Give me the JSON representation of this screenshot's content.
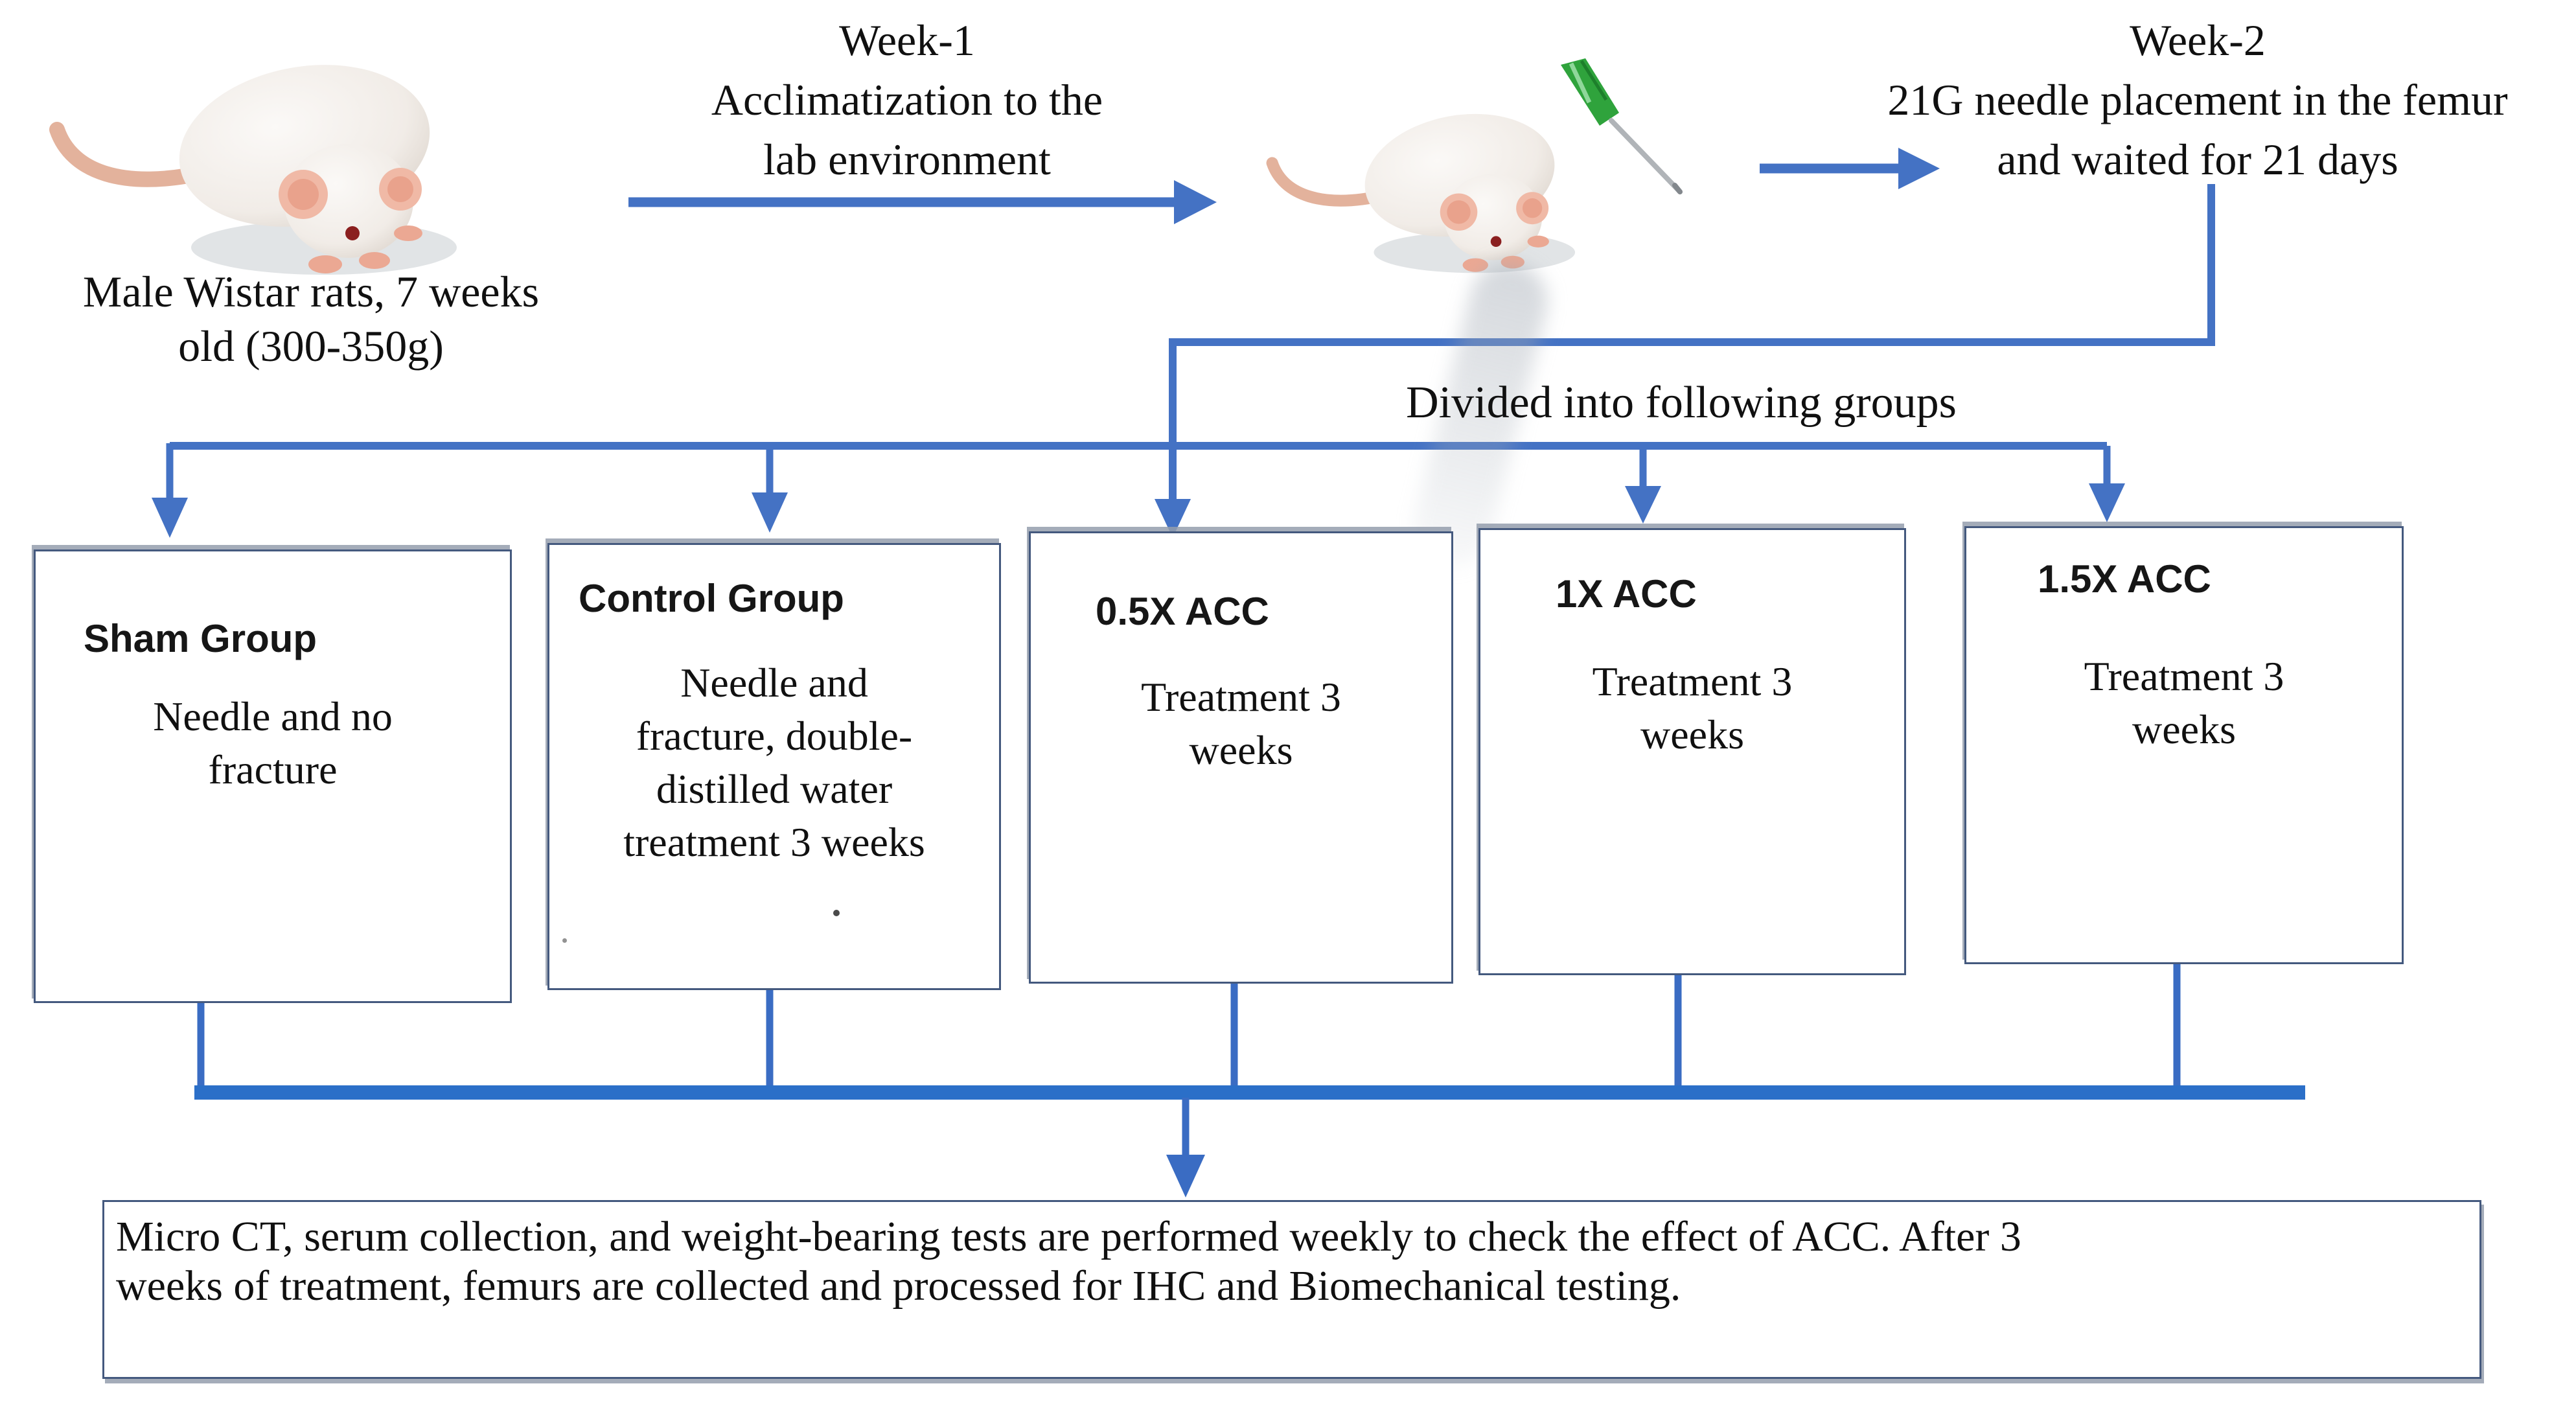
{
  "colors": {
    "line_blue": "#4472C4",
    "bar_blue": "#2B6FC8",
    "box_border": "#44597E",
    "box_shadow_gray": "#949EAD",
    "needle_green": "#2FA33C",
    "rat_pink": "#EFB3A0",
    "text": "#101010"
  },
  "images": {
    "rat_1": "white-wistar-rat-photo",
    "rat_2": "white-wistar-rat-photo",
    "needle": "21g-needle-photo"
  },
  "header": {
    "subject_caption_lines": [
      "Male Wistar rats, 7 weeks",
      "old (300-350g)"
    ],
    "week1_lines": [
      "Week-1",
      "Acclimatization to the",
      "lab environment"
    ],
    "week2_lines": [
      "Week-2",
      "21G needle placement in the femur",
      "and waited for 21 days"
    ]
  },
  "divider_label": "Divided into following groups",
  "groups": [
    {
      "title": "Sham Group",
      "body_lines": [
        "Needle and no",
        "fracture"
      ]
    },
    {
      "title": "Control Group",
      "body_lines": [
        "Needle and",
        "fracture, double-",
        "distilled water",
        "treatment 3 weeks"
      ]
    },
    {
      "title": "0.5X ACC",
      "body_lines": [
        "Treatment 3",
        "weeks"
      ]
    },
    {
      "title": "1X ACC",
      "body_lines": [
        "Treatment 3",
        "weeks"
      ]
    },
    {
      "title": "1.5X ACC",
      "body_lines": [
        "Treatment 3",
        "weeks"
      ]
    }
  ],
  "outcome": {
    "lines": [
      "Micro CT, serum collection, and weight-bearing tests are performed  weekly to check the effect of ACC. After 3",
      "weeks of treatment, femurs are collected and processed for IHC and Biomechanical testing."
    ]
  }
}
